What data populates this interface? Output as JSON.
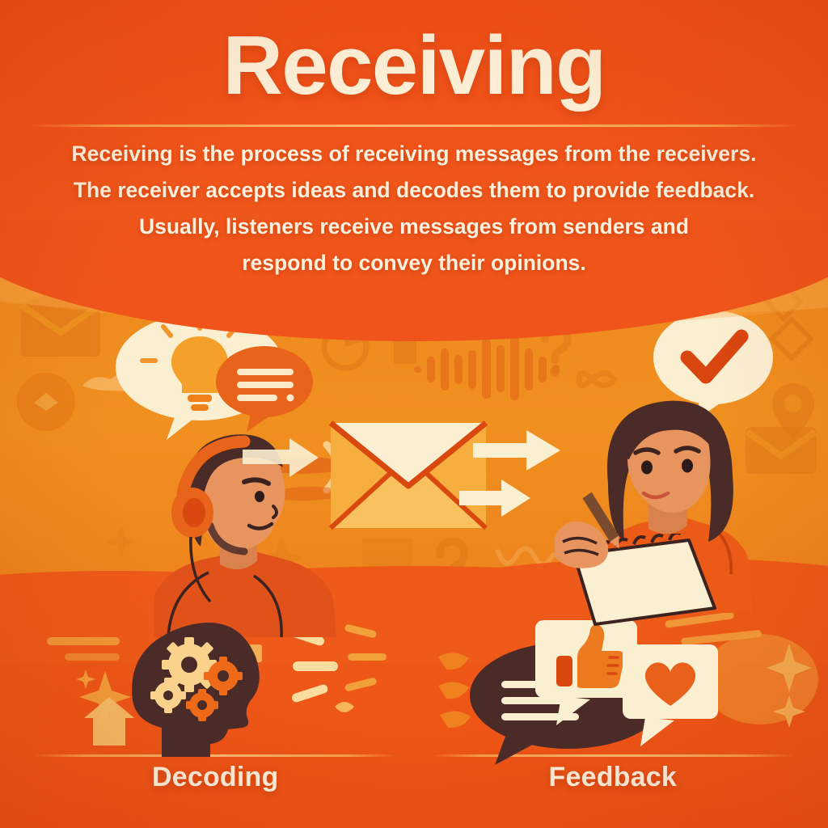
{
  "header": {
    "title": "Receiving",
    "body_lines": [
      "Receiving is the process of receiving messages from the receivers.",
      "The receiver accepts ideas and decodes them to provide feedback.",
      "Usually, listeners receive messages from senders and",
      "respond to convey their opinions."
    ]
  },
  "scene": {
    "left_actor": {
      "name": "listener-with-headphones",
      "icons": [
        "lightbulb-icon",
        "chat-bubble-icon",
        "sound-wave-icon",
        "headphones-icon"
      ]
    },
    "center": {
      "name": "message-envelope",
      "icons": [
        "envelope-icon",
        "audio-waveform-icon",
        "arrow-right-icon",
        "arrow-right-icon"
      ]
    },
    "right_actor": {
      "name": "receiver-taking-notes",
      "icons": [
        "check-bubble-icon",
        "notepad-icon",
        "pencil-icon"
      ]
    }
  },
  "sections": [
    {
      "key": "decoding",
      "label": "Decoding",
      "icon": "head-gears-icon"
    },
    {
      "key": "feedback",
      "label": "Feedback",
      "icon": "thumbs-up-heart-bubbles-icon"
    }
  ],
  "colors": {
    "header_bg": "#F0541A",
    "mid_bg": "#F0901F",
    "bottom_bg": "#EE5A18",
    "cream": "#FCEFD6",
    "accent_line": "#FFC077",
    "deep_orange": "#D9460F",
    "dark_brown": "#4B2B28",
    "skin": "#E8945F"
  }
}
